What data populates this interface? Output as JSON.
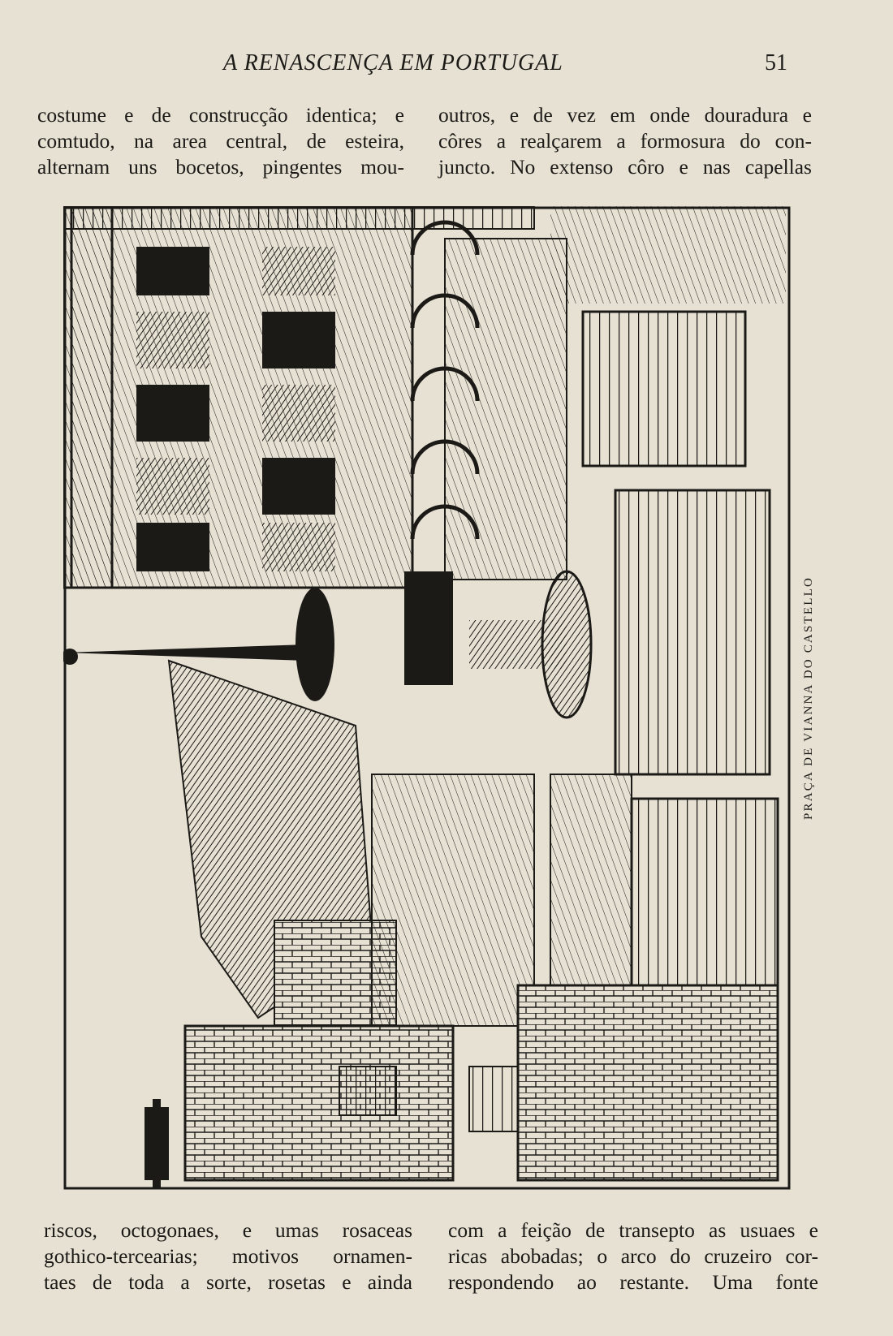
{
  "header": {
    "running_title": "A RENASCENÇA EM PORTUGAL",
    "page_number": "51"
  },
  "text_top": {
    "left": [
      "costume e de construcção identica; e",
      "comtudo, na area central, de esteira,",
      "alternam uns bocetos, pingentes mou-"
    ],
    "right": [
      "outros, e de vez em onde douradura e",
      "côres a realçarem a formosura do con-",
      "juncto. No extenso côro e nas capellas"
    ]
  },
  "illustration": {
    "caption": "PRAÇA DE VIANNA DO CASTELLO",
    "ink_color": "#1c1a17",
    "paper_color": "#e6e1d3"
  },
  "text_bottom": {
    "left": [
      "riscos, octogonaes, e umas rosaceas",
      "gothico-tercearias; motivos ornamen-",
      "taes de toda a sorte, rosetas e ainda"
    ],
    "right": [
      "com a feição de transepto as usuaes e",
      "ricas abobadas; o arco do cruzeiro cor-",
      "respondendo ao restante. Uma fonte"
    ]
  }
}
